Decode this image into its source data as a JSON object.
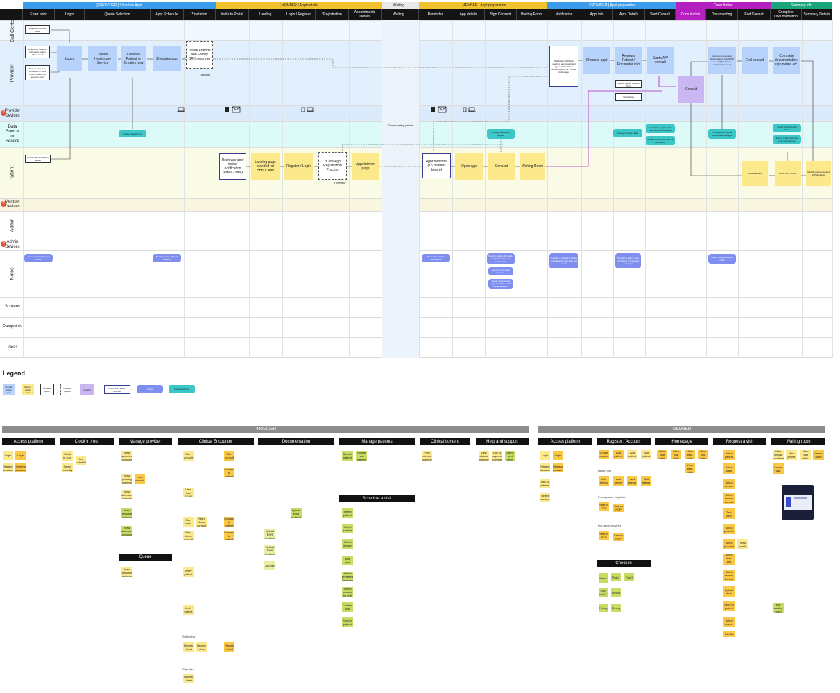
{
  "phases": [
    {
      "label": "[ PROVIDER ] Schedule Appt",
      "color": "#3a9cec"
    },
    {
      "label": "[ MEMBER ] Appt details",
      "color": "#f2c12e"
    },
    {
      "label": "Waiting...",
      "color": "#e8e8e8"
    },
    {
      "label": "[ MEMBER ] Appt preparation",
      "color": "#f2c12e"
    },
    {
      "label": "[ PROVIDER ] Appt preparation",
      "color": "#3a9cec"
    },
    {
      "label": "Consultation",
      "color": "#b51fbf"
    },
    {
      "label": "Summary info",
      "color": "#1aa67a"
    }
  ],
  "columns": [
    "Enter point",
    "Login",
    "Queue Selection",
    "Appt Schedule",
    "*Invitation",
    "Invite to Portal",
    "Landing",
    "Login / Register",
    "*Registration",
    "Appointments Details",
    "Waiting...",
    "Reminder",
    "App details",
    "Sign Consent",
    "Waiting Room",
    "Notification",
    "Appt info",
    "Appt Details",
    "Start Consult",
    "Consultation",
    "Documenting",
    "End Consult",
    "Complete Documentation",
    "Summary Details"
  ],
  "rows": [
    "Call Center",
    "Provider",
    "Provider Devices",
    "Data Source or Service",
    "Patient",
    "Member Devices",
    "Admin",
    "Admin Devices",
    "Notes",
    "Screens",
    "Painpoints",
    "Ideas"
  ],
  "badge_mark": "?",
  "waiting_text": "Some waiting period",
  "cards": {
    "call_center_note": "Realized from Call center",
    "scheduling": "Scheduling follow up with same patient after consult",
    "referral": "Step (Lumeo to be contacted by HHS Client's healthcare services team",
    "login": "Login",
    "opens": "Opens Healthcare Service",
    "chooses": "Chooses Patient or Creates new",
    "schedules": "Shedules appt",
    "invite_friends": "*Invite Friends and Family OR Interpreter",
    "optional": "Optional",
    "notification": "Notification of Patient ready on app to start and logs in OR logs in to review patient' 5-15 minute before appt",
    "chooses_appt": "Chooses appt",
    "reviews": "Reviews Patient / Encounter info",
    "starts": "Starts A/V consult",
    "review_consent": "Review signed consent form",
    "visit_history": "Visit History",
    "consult": "Consult",
    "documents": "Documents encounter (load scanning tool SOAP or using EC format documentation tool)",
    "end_consult": "End consult",
    "complete_doc": "Complete documentation, sign notes, etc.",
    "patient_registry": "Patient Registry CI",
    "config_intake": "Configurable intake Engine",
    "lineage": "Lineage Program Data",
    "comp_engine": "Compliance engine, CDC, state laws info for display",
    "shared_av": "Shared A/V Comms Service and SDKs",
    "config_clinical": "Configurable Clinical Documentation Engine",
    "survey_q": "Survey Questionnaire Engine",
    "survey_link": "Survey Link to 3rd party HHS Client survey",
    "phone_call": "Phone call / email from patient",
    "receives": "Recieves appt invite/ notification (email / sms)",
    "landing_page": "Landing page branded for HHS Client",
    "register": "Register / Login",
    "core_app": "*Core App Registration Process",
    "if_needed": "if needed",
    "appt_page": "Appointment page",
    "reminder": "Appt reminder (15 minutes before)",
    "open_app": "Open app",
    "consent": "Consent",
    "waiting_room": "Waiting Room",
    "consult_ended": "Consult Ended",
    "hhs_survey": "HHS Client Survey",
    "visit_summary": "Visit Summary captured in Patient App",
    "note1": "Define the baseline call center",
    "note2": "Needed to link - Patient Registry",
    "note3": "Does this combine notifications",
    "note4": "Need to review with legal / compliance team on consent form",
    "note5": "Example of consent process",
    "note6": "Group consent form appears when not all consents signed",
    "note7": "Provider is notified of patient readiness via push alert and email",
    "note8": "Provider is able to view visit history in encounter summary",
    "note9": "Survey configuration per client"
  },
  "legend": {
    "title": "Legend",
    "items": [
      "Provider Action Item",
      "Patient Action Item",
      "Available option",
      "Optional options",
      "Consult",
      "Phone call / email / reminder",
      "Notes",
      "External service"
    ]
  },
  "bottom": {
    "provider_title": "PROVIDER",
    "member_title": "MEMBER",
    "provider_groups": [
      "Access platform",
      "Clock in / out",
      "Manage provider",
      "Clinical Encounter",
      "Documentation",
      "Manage patients",
      "Clinical content",
      "Help and support"
    ],
    "member_groups": [
      "Access platform",
      "Register / Account",
      "Homepage",
      "Request a visit",
      "Waiting room"
    ],
    "queue": "Queue",
    "schedule": "Schedule a visit",
    "check_in": "Check in",
    "labels": {
      "subjective": "Subjective",
      "objective": "Objective",
      "health_info": "Health info",
      "pcp": "Primary care physician",
      "insurance": "Insurance provider"
    },
    "stickies": {
      "login": "Login",
      "retrieve_pw": "Retrieve password",
      "clock_in": "Clock in / out",
      "select_modality": "Select modality",
      "set_avail": "Set availability",
      "view_upcoming": "View upcoming consults",
      "view_pending": "View pending patients",
      "lock_consult": "Lock consult",
      "view_sched": "View scheduled consults",
      "start_consult": "Start consult",
      "connect_patient": "Connect to patient",
      "view_last_soap": "View last SOAP",
      "start_video": "Start video",
      "start_phone": "Start phone consult",
      "verify_patient": "Verify patient",
      "review_note": "Review / chart",
      "upload_protocol": "Upload EHR protocol",
      "add_file": "Add file",
      "search_patient": "Search patient",
      "create_patient": "Create new patient",
      "select_patient": "Select patient",
      "select_service": "Select service",
      "select_device": "Select device",
      "select_date": "Select date and time",
      "select_lang": "Select preferred language",
      "select_reason": "Select reason for visit",
      "confirm": "Confirm visit",
      "send_patient": "Send to patient",
      "view_content": "View clinical guidelines",
      "support": "Link to support content",
      "alerts": "Alerts and news",
      "link_patients": "Link to patients",
      "create_account": "Create account",
      "add_patient": "Add patient",
      "add_allergy": "Add allergy",
      "search_pcp": "Search PCP",
      "view_visits": "View past visits",
      "select_state": "Select state",
      "text_video": "Text video",
      "upload_photo": "Upload photo",
      "pain": "Pain?",
      "pain_level": "Pain level?",
      "timing": "Timing",
      "leave_room": "Leave room",
      "cancel_visit": "Cancel visit",
      "exit_waiting": "Exit waiting room",
      "view_profile": "View profile",
      "select_provider": "Select provider"
    }
  }
}
